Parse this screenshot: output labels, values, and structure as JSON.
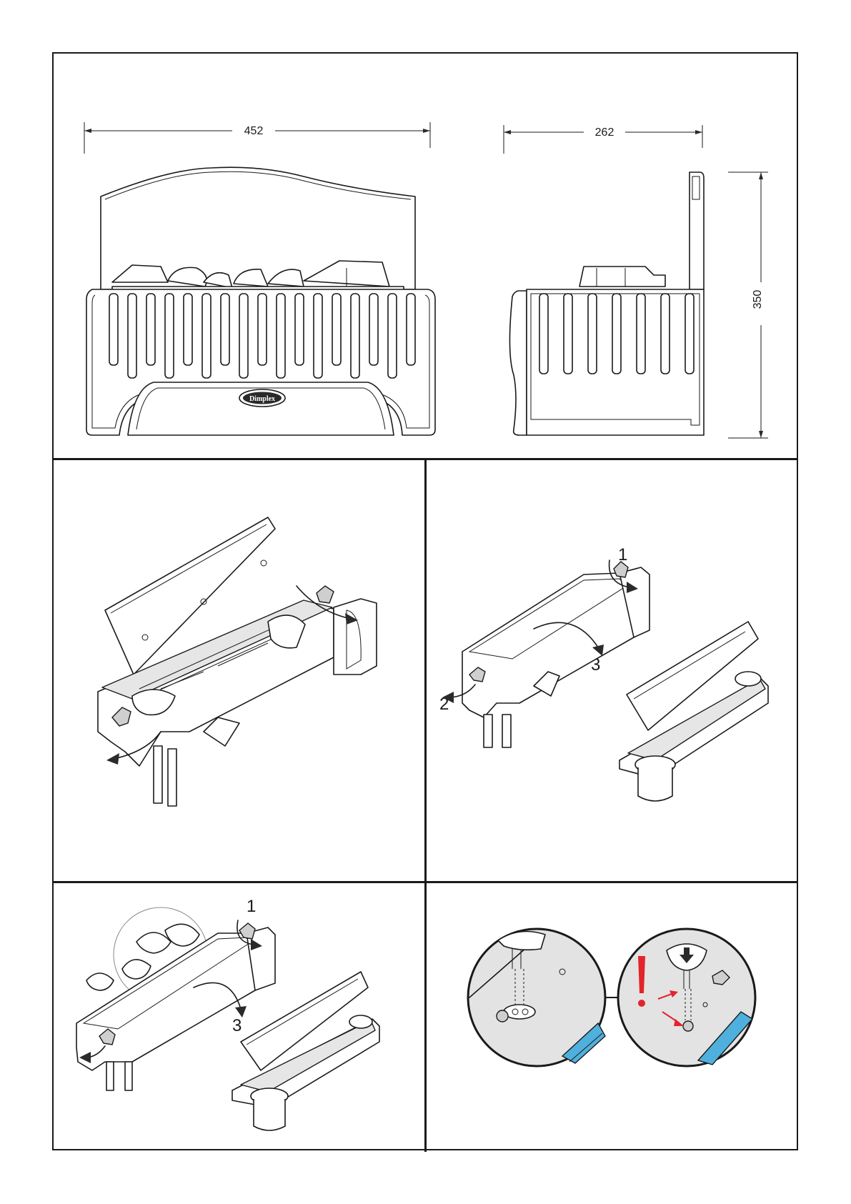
{
  "dimensions": {
    "width": "452",
    "depth": "262",
    "height": "350"
  },
  "brand_badge": "Dimplex",
  "steps": {
    "step_1": "1",
    "step_2": "2",
    "step_3": "3"
  },
  "colors": {
    "line": "#1a1a1a",
    "blue_accent": "#4fb0dd",
    "warning_red": "#e3242b",
    "shade_grey": "#e6e6e6"
  }
}
